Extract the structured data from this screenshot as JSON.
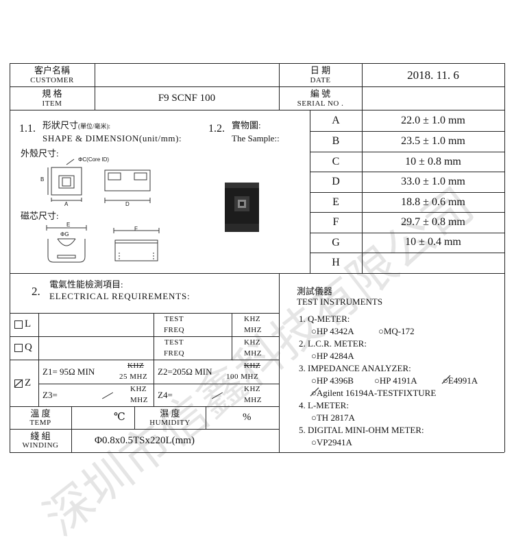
{
  "header": {
    "customer_label_cn": "客户名稱",
    "customer_label_en": "CUSTOMER",
    "customer_value": "",
    "date_label_cn": "日 期",
    "date_label_en": "DATE",
    "date_value": "2018. 11. 6",
    "item_label_cn": "規 格",
    "item_label_en": "ITEM",
    "item_value": "F9 SCNF 100",
    "serial_label_cn": "編 號",
    "serial_label_en": "SERIAL NO .",
    "serial_value": ""
  },
  "shape": {
    "num": "1.1.",
    "title_cn": "形狀尺寸",
    "title_cn_small": "(單位/毫米):",
    "title_en": "SHAPE & DIMENSION(unit/mm):",
    "outer_label": "外殼尺寸:",
    "core_label": "磁芯尺寸:",
    "phi_c": "ΦC(Core ID)",
    "dim_b": "B",
    "dim_a": "A",
    "dim_d": "D",
    "dim_e": "E",
    "dim_g": "ΦG",
    "dim_f": "F"
  },
  "sample": {
    "num": "1.2.",
    "title_cn": "實物圖:",
    "title_en": "The Sample::"
  },
  "dimensions": [
    {
      "key": "A",
      "value": "22.0  ±  1.0  mm"
    },
    {
      "key": "B",
      "value": "23.5  ±  1.0  mm"
    },
    {
      "key": "C",
      "value": "10  ±  0.8  mm"
    },
    {
      "key": "D",
      "value": "33.0  ±  1.0  mm"
    },
    {
      "key": "E",
      "value": "18.8  ±  0.6  mm"
    },
    {
      "key": "F",
      "value": "29.7 ±  0.8  mm"
    },
    {
      "key": "G",
      "value": "10 ±  0.4 mm"
    },
    {
      "key": "H",
      "value": ""
    }
  ],
  "electrical": {
    "num": "2.",
    "title_cn": "電氣性能檢測項目:",
    "title_en": "ELECTRICAL REQUIREMENTS:",
    "row_l": "L",
    "row_q": "Q",
    "row_z": "Z",
    "test": "TEST",
    "freq": "FREQ",
    "khz": "KHZ",
    "mhz": "MHZ",
    "z1": "Z1= 95Ω MIN",
    "z1_freq": "25 MHZ",
    "z2": "Z2=205Ω MIN",
    "z2_freq": "100 MHZ",
    "z3": "Z3=",
    "z4": "Z4=",
    "temp_cn": "溫 度",
    "temp_en": "TEMP",
    "temp_unit": "℃",
    "humid_cn": "濕 度",
    "humid_en": "HUMIDITY",
    "humid_unit": "%",
    "winding_cn": "綫 組",
    "winding_en": "WINDING",
    "winding_value": "Φ0.8x0.5TSx220L(mm)"
  },
  "instruments": {
    "title_cn": "測試儀器",
    "title_en": "TEST INSTRUMENTS",
    "qmeter": "1. Q-METER:",
    "qmeter_a": "HP 4342A",
    "qmeter_b": "MQ-172",
    "lcr": "2. L.C.R. METER:",
    "lcr_a": "HP 4284A",
    "imp": "3. IMPEDANCE ANALYZER:",
    "imp_a": "HP 4396B",
    "imp_b": "HP 4191A",
    "imp_c": "E4991A",
    "imp_d": "Agilent 16194A-TESTFIXTURE",
    "lmeter": "4.  L-METER:",
    "lmeter_a": "TH 2817A",
    "ohm": "5. DIGITAL MINI-OHM METER:",
    "ohm_a": "VP2941A"
  },
  "watermark": "深圳市信鑫科技有限公司"
}
